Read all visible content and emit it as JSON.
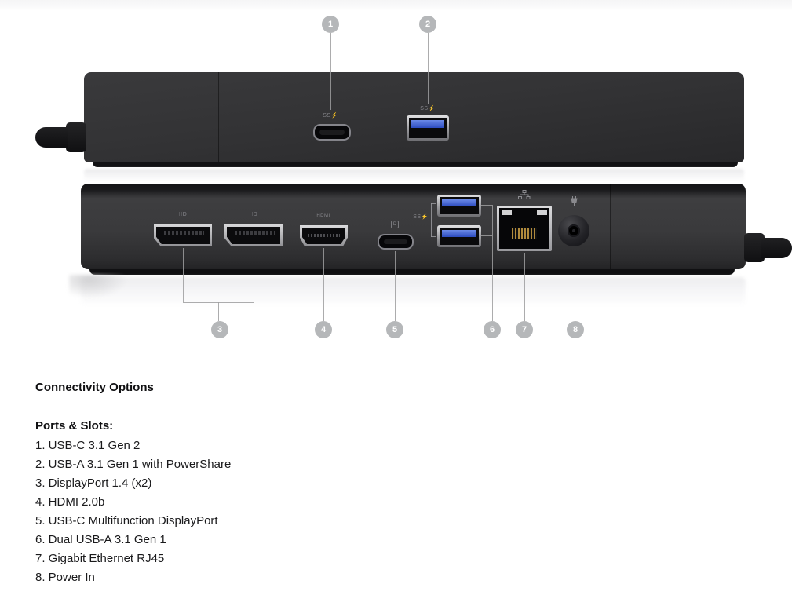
{
  "figure": {
    "callouts": {
      "top": [
        {
          "number": "1",
          "target": "usb-c-front-port"
        },
        {
          "number": "2",
          "target": "usb-a-front-port"
        }
      ],
      "bottom": [
        {
          "number": "3",
          "target": "displayport-pair"
        },
        {
          "number": "4",
          "target": "hdmi-port"
        },
        {
          "number": "5",
          "target": "usb-c-multifunction-port"
        },
        {
          "number": "6",
          "target": "dual-usb-a-ports"
        },
        {
          "number": "7",
          "target": "ethernet-port"
        },
        {
          "number": "8",
          "target": "power-in-port"
        }
      ]
    },
    "port_labels": {
      "superspeed": "SS⚡",
      "displayport_logo": "∷D",
      "hdmi": "HDMI",
      "usbc_dp_badge": "D"
    },
    "icons": {
      "ethernet": "ethernet-network-icon",
      "power": "power-plug-icon"
    },
    "colors": {
      "device_body": "#323234",
      "usb_accent_blue": "#3b57c9",
      "callout_circle": "#b5b7b9",
      "callout_line": "#9d9d9f",
      "ethernet_pins_gold": "#b08a3c",
      "port_outline_silver": "#a5a5a9"
    }
  },
  "info": {
    "section_title": "Connectivity Options",
    "list_title": "Ports & Slots:",
    "items": [
      "1. USB-C 3.1 Gen 2",
      "2. USB-A 3.1 Gen 1 with PowerShare",
      "3. DisplayPort 1.4 (x2)",
      "4. HDMI 2.0b",
      "5. USB-C Multifunction DisplayPort",
      "6. Dual USB-A 3.1 Gen 1",
      "7. Gigabit Ethernet RJ45",
      "8. Power In"
    ]
  }
}
